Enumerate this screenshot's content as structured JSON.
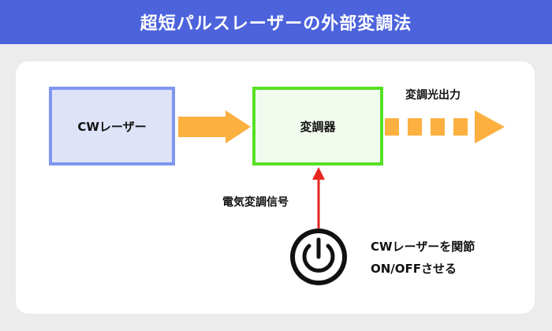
{
  "title": "超短パルスレーザーの外部変調法",
  "diagram": {
    "cw_laser_label": "CWレーザー",
    "modulator_label": "変調器",
    "output_label": "変調光出力",
    "signal_label": "電気変調信号",
    "power_desc_line1": "CWレーザーを関節",
    "power_desc_line2": "ON/OFFさせる",
    "icons": {
      "power": "power-icon",
      "arrow_solid": "arrow-right-icon",
      "arrow_dashed": "dashed-arrow-right-icon",
      "arrow_up": "arrow-up-icon"
    },
    "colors": {
      "header": "#4c63dc",
      "cw_fill": "#dfe3f8",
      "cw_border": "#7f97f0",
      "mod_fill": "#f1fbee",
      "mod_border": "#56e025",
      "arrow_orange": "#fcb040",
      "signal_red": "#e6261f"
    }
  }
}
